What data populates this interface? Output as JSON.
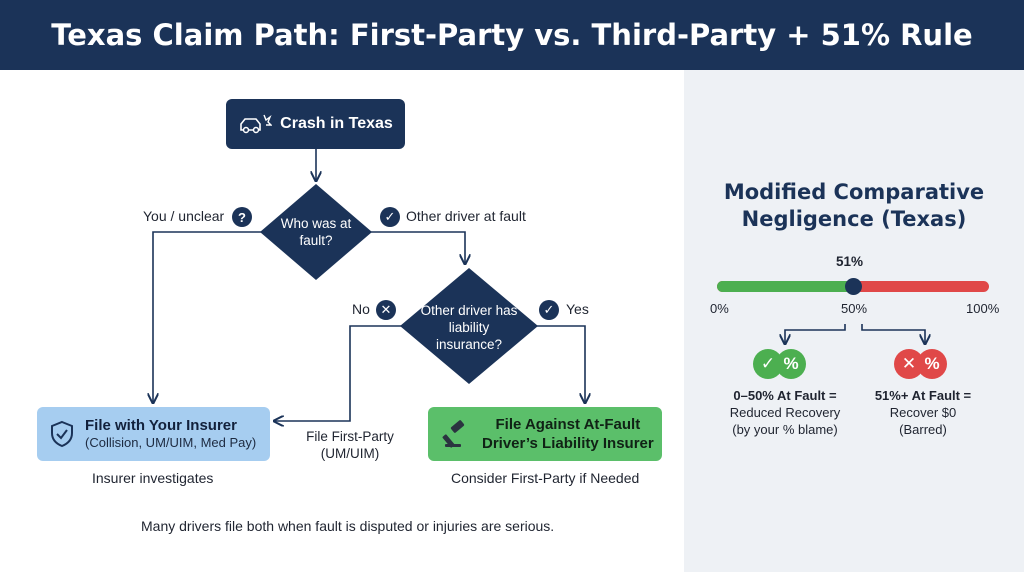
{
  "header": {
    "title": "Texas Claim Path: First-Party vs. Third-Party + 51% Rule"
  },
  "flow": {
    "start": "Crash in Texas",
    "q1": "Who was at fault?",
    "q1_left": "You / unclear",
    "q1_right": "Other driver at fault",
    "q2": "Other driver has liability insurance?",
    "q2_no": "No",
    "q2_yes": "Yes",
    "your_insurer_title": "File with Your Insurer",
    "your_insurer_sub": "(Collision, UM/UIM, Med Pay)",
    "your_insurer_note": "Insurer investigates",
    "first_party_label_1": "File First-Party",
    "first_party_label_2": "(UM/UIM)",
    "atfault_line1": "File Against At-Fault",
    "atfault_line2": "Driver’s Liability Insurer",
    "atfault_note": "Consider First-Party if Needed",
    "footer_note": "Many drivers file both when fault is disputed or injuries are serious."
  },
  "rule": {
    "title_line1": "Modified Comparative",
    "title_line2": "Negligence (Texas)",
    "threshold_label": "51%",
    "scale_min": "0%",
    "scale_mid": "50%",
    "scale_max": "100%",
    "threshold_fraction": 0.5,
    "left_outcome_title": "0–50% At Fault =",
    "left_outcome_line2": "Reduced Recovery",
    "left_outcome_line3": "(by your % blame)",
    "right_outcome_title": "51%+ At Fault =",
    "right_outcome_line2": "Recover $0",
    "right_outcome_line3": "(Barred)"
  },
  "colors": {
    "navy": "#1b3358",
    "green": "#4caf50",
    "red": "#e04848",
    "light_blue": "#a6cdf0",
    "box_green": "#5bbf6a"
  }
}
